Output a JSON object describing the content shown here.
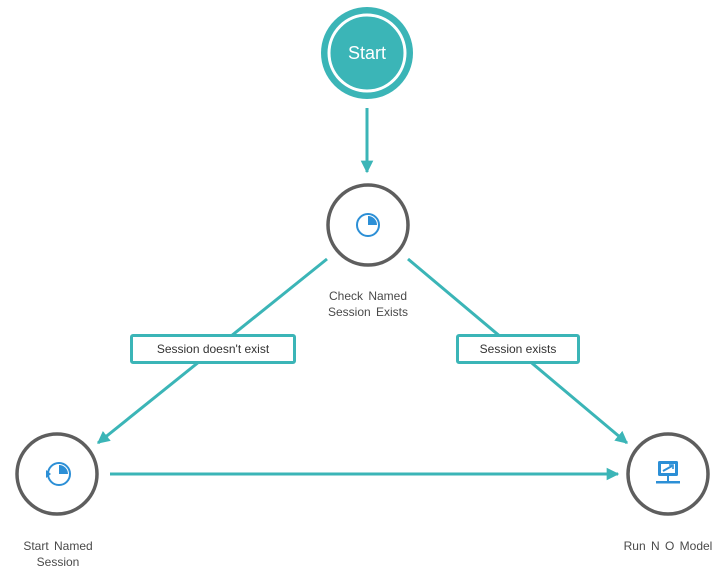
{
  "colors": {
    "accent": "#3bb5b7",
    "node_border": "#5e5e5e",
    "icon_blue": "#2c8fd6",
    "label_text": "#4a4a4a"
  },
  "nodes": {
    "start": {
      "label": "Start"
    },
    "check": {
      "label": "Check  Named\nSession  Exists",
      "icon": "timer-icon"
    },
    "start_named": {
      "label": "Start  Named\nSession",
      "icon": "timer-play-icon"
    },
    "run_model": {
      "label": "Run  N O  Model",
      "icon": "monitor-network-icon"
    }
  },
  "edges": {
    "not_exists": {
      "label": "Session doesn't exist"
    },
    "exists": {
      "label": "Session exists"
    }
  }
}
